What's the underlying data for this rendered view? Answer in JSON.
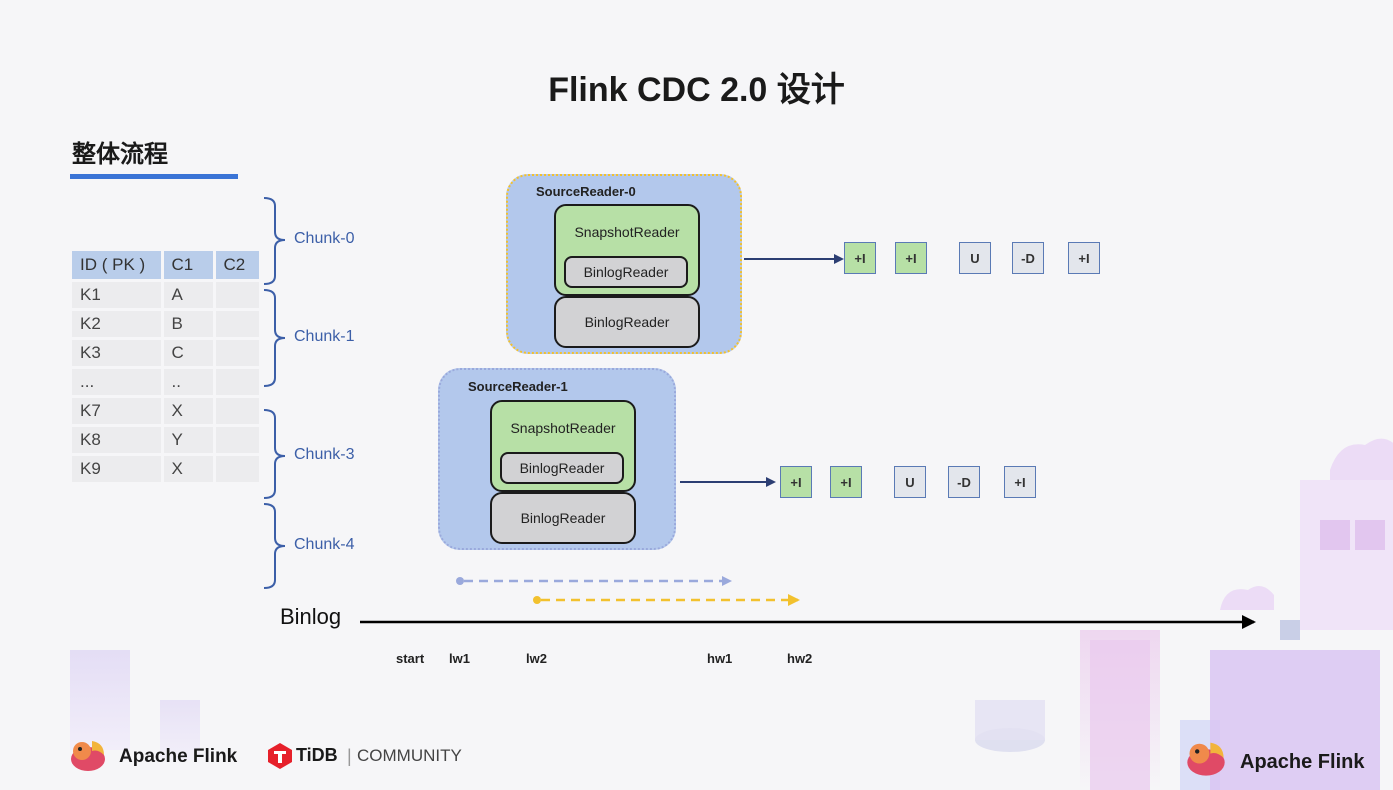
{
  "title": "Flink CDC 2.0 设计",
  "section": "整体流程",
  "table": {
    "headers": [
      "ID ( PK )",
      "C1",
      "C2"
    ],
    "rows": [
      [
        "K1",
        "A",
        ""
      ],
      [
        "K2",
        "B",
        ""
      ],
      [
        "K3",
        "C",
        ""
      ],
      [
        "...",
        "..",
        ""
      ],
      [
        "K7",
        "X",
        ""
      ],
      [
        "K8",
        "Y",
        ""
      ],
      [
        "K9",
        "X",
        ""
      ]
    ]
  },
  "chunks": [
    "Chunk-0",
    "Chunk-1",
    "Chunk-3",
    "Chunk-4"
  ],
  "reader0": {
    "title": "SourceReader-0",
    "snapshot": "SnapshotReader",
    "inner_binlog": "BinlogReader",
    "binlog": "BinlogReader",
    "events": [
      "+I",
      "+I",
      "U",
      "-D",
      "+I"
    ]
  },
  "reader1": {
    "title": "SourceReader-1",
    "snapshot": "SnapshotReader",
    "inner_binlog": "BinlogReader",
    "binlog": "BinlogReader",
    "events": [
      "+I",
      "+I",
      "U",
      "-D",
      "+I"
    ]
  },
  "binlog": {
    "label": "Binlog",
    "marks": [
      "start",
      "lw1",
      "lw2",
      "hw1",
      "hw2"
    ]
  },
  "footer": {
    "left_brand": "Apache Flink",
    "tidb": "TiDB",
    "community": "COMMUNITY",
    "right_brand": "Apache Flink"
  },
  "colors": {
    "accent_blue": "#3a74d6",
    "reader_bg": "#b3c8ec",
    "snapshot_green": "#b7e0a6",
    "binlog_grey": "#d2d2d4",
    "dashed_yellow": "#f2c12e",
    "dashed_blue": "#9aa9dc"
  }
}
